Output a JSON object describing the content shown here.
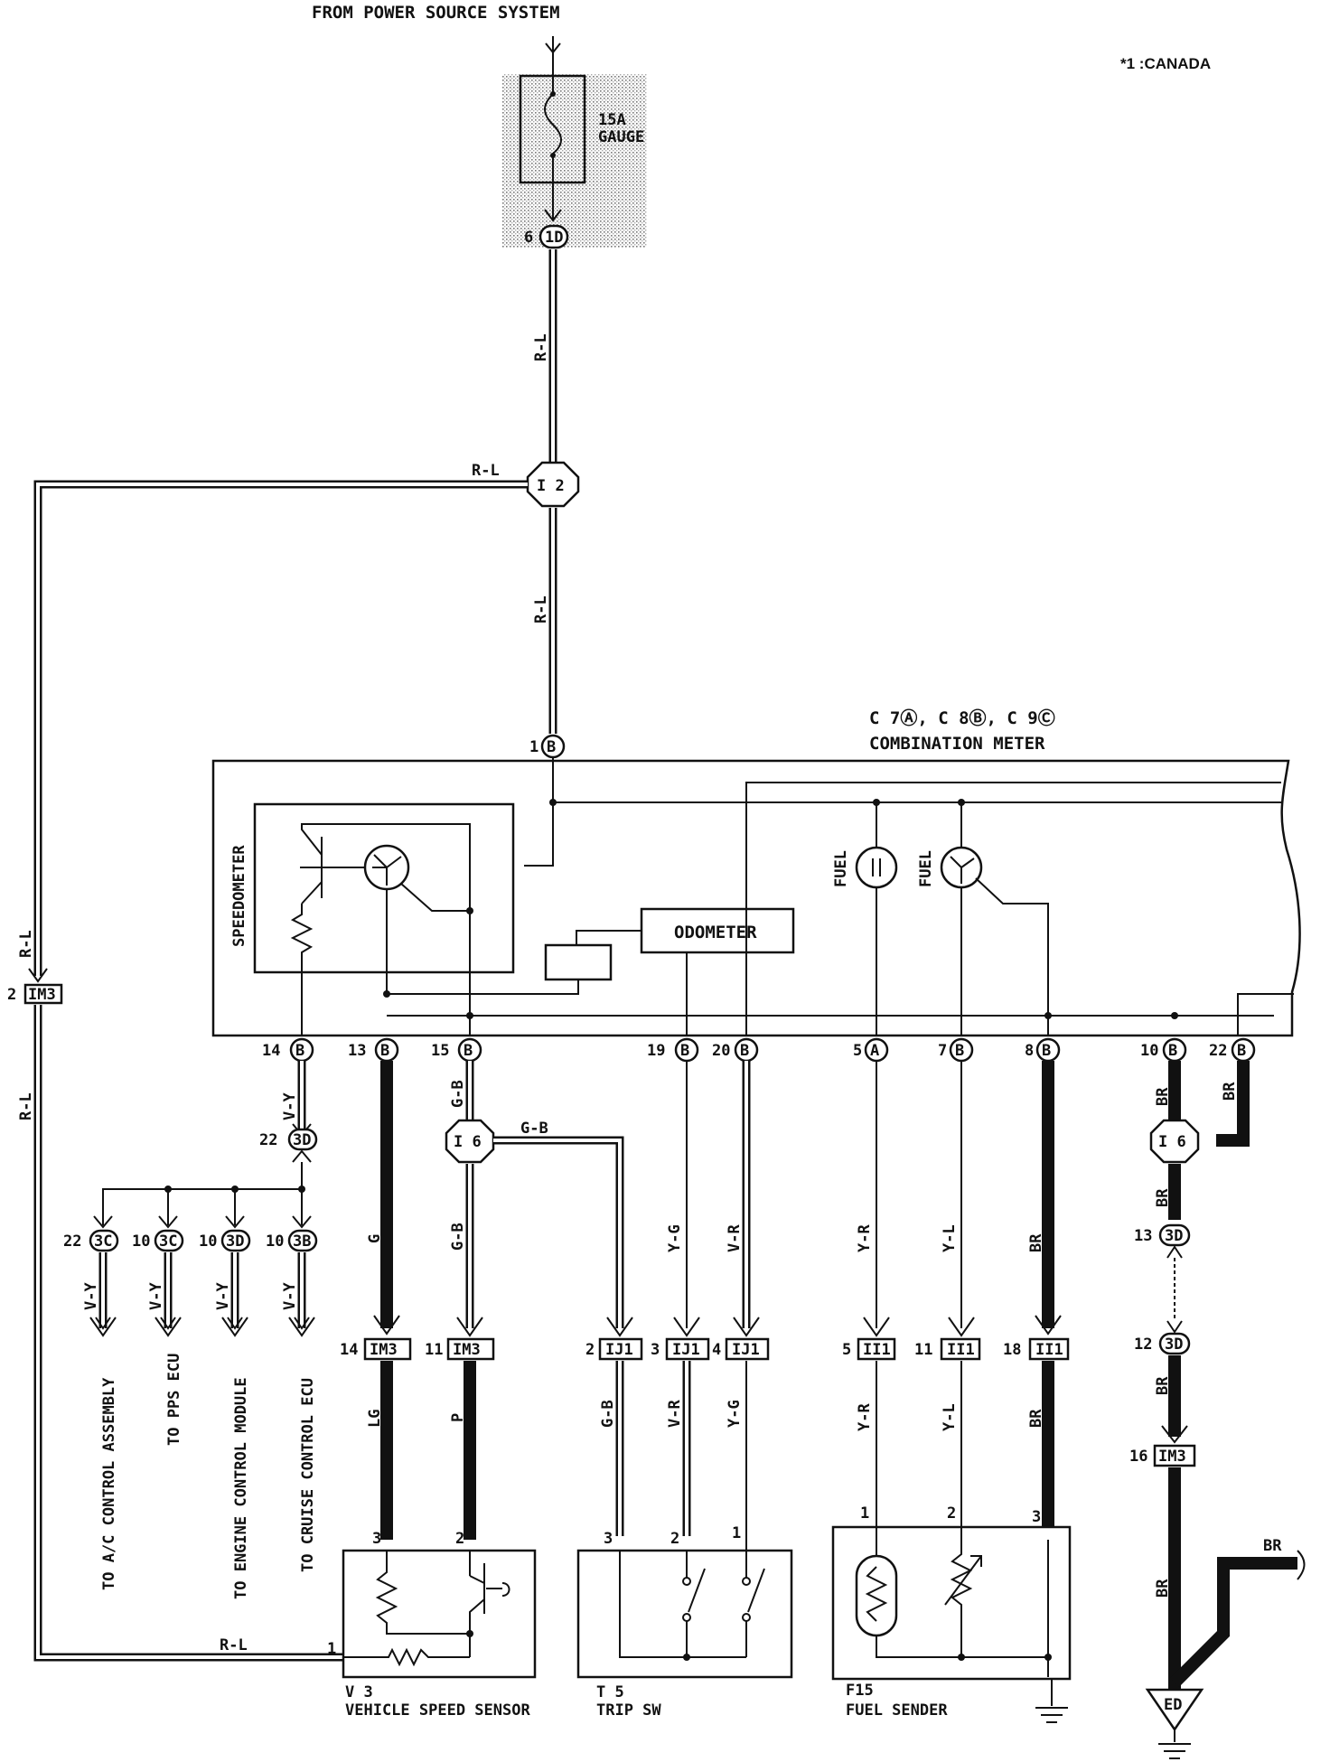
{
  "header": {
    "power_source": "FROM POWER SOURCE SYSTEM",
    "note": "*1 :CANADA"
  },
  "fuse": {
    "rating": "15A",
    "name": "GAUGE"
  },
  "meter": {
    "connectors": "C 7Ⓐ, C 8Ⓑ, C 9Ⓒ",
    "name": "COMBINATION METER",
    "speedometer": "SPEEDOMETER",
    "odometer": "ODOMETER",
    "fuel": "FUEL"
  },
  "connectors": {
    "c1d": {
      "pin": "6",
      "id": "1D"
    },
    "i2": "I 2",
    "i6": "I 6",
    "m1": {
      "pin": "1",
      "id": "B"
    },
    "im3_left": {
      "pin": "2",
      "id": "IM3"
    },
    "jb22_3d": {
      "pin": "22",
      "id": "3D"
    },
    "c22_3c": {
      "pin": "22",
      "id": "3C"
    },
    "c10_3c": {
      "pin": "10",
      "id": "3C"
    },
    "c10_3d": {
      "pin": "10",
      "id": "3D"
    },
    "c10_3b": {
      "pin": "10",
      "id": "3B"
    },
    "c13_3d": {
      "pin": "13",
      "id": "3D"
    },
    "c12_3d": {
      "pin": "12",
      "id": "3D"
    },
    "im3_16": {
      "pin": "16",
      "id": "IM3"
    },
    "ed": "ED"
  },
  "meter_pins": [
    {
      "pin": "14",
      "id": "B"
    },
    {
      "pin": "13",
      "id": "B"
    },
    {
      "pin": "15",
      "id": "B"
    },
    {
      "pin": "19",
      "id": "B"
    },
    {
      "pin": "20",
      "id": "B"
    },
    {
      "pin": "5",
      "id": "A"
    },
    {
      "pin": "7",
      "id": "B"
    },
    {
      "pin": "8",
      "id": "B"
    },
    {
      "pin": "10",
      "id": "B"
    },
    {
      "pin": "22",
      "id": "B"
    }
  ],
  "lower_connectors": [
    {
      "pin": "14",
      "id": "IM3"
    },
    {
      "pin": "11",
      "id": "IM3"
    },
    {
      "pin": "2",
      "id": "IJ1"
    },
    {
      "pin": "3",
      "id": "IJ1"
    },
    {
      "pin": "4",
      "id": "IJ1"
    },
    {
      "pin": "5",
      "id": "II1"
    },
    {
      "pin": "11",
      "id": "II1"
    },
    {
      "pin": "18",
      "id": "II1"
    }
  ],
  "wire_colors": {
    "rl": "R-L",
    "vy": "V-Y",
    "g": "G",
    "gb": "G-B",
    "yg": "Y-G",
    "vr": "V-R",
    "yr": "Y-R",
    "yl": "Y-L",
    "br": "BR",
    "lg": "LG",
    "p": "P"
  },
  "destinations": [
    "TO A/C CONTROL ASSEMBLY",
    "TO PPS ECU",
    "TO ENGINE CONTROL MODULE",
    "TO CRUISE CONTROL ECU"
  ],
  "components": {
    "vss": {
      "id": "V 3",
      "name": "VEHICLE SPEED SENSOR",
      "pins": [
        "3",
        "2",
        "1"
      ]
    },
    "trip": {
      "id": "T 5",
      "name": "TRIP SW",
      "pins": [
        "3",
        "2",
        "1"
      ]
    },
    "fuel": {
      "id": "F15",
      "name": "FUEL SENDER",
      "pins": [
        "1",
        "2",
        "3"
      ]
    }
  }
}
